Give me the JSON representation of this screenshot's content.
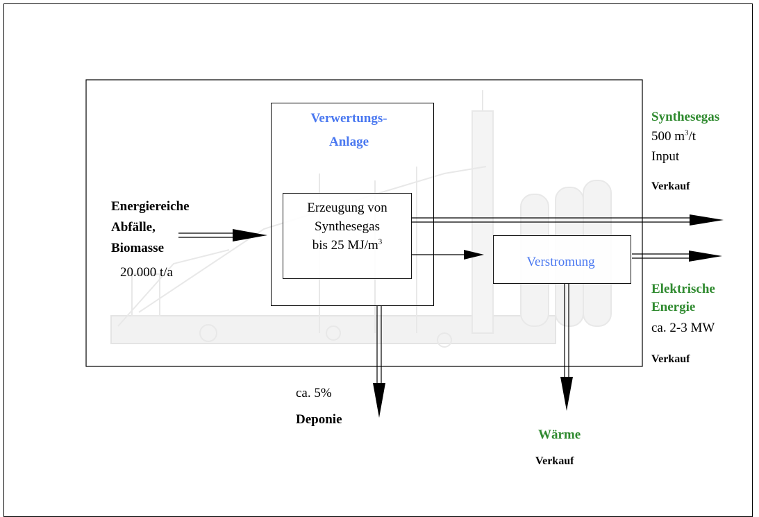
{
  "input": {
    "line1": "Energiereiche",
    "line2": "Abfälle,",
    "line3": "Biomasse",
    "amount": "20.000 t/a"
  },
  "plant": {
    "title_line1": "Verwertungs-",
    "title_line2": "Anlage",
    "inner_line1": "Erzeugung von",
    "inner_line2": "Synthesegas",
    "inner_line3": "bis 25 MJ/m",
    "inner_sup": "3"
  },
  "power_unit": {
    "label": "Verstromung"
  },
  "synthesegas": {
    "title": "Synthesegas",
    "amount": "500 m",
    "amount_sup": "3",
    "amount_unit": "/t",
    "basis": "Input",
    "status": "Verkauf"
  },
  "electric": {
    "title_line1": "Elektrische",
    "title_line2": "Energie",
    "amount": "ca. 2-3 MW",
    "status": "Verkauf"
  },
  "landfill": {
    "share": "ca. 5%",
    "label": "Deponie"
  },
  "heat": {
    "title": "Wärme",
    "status": "Verkauf"
  }
}
